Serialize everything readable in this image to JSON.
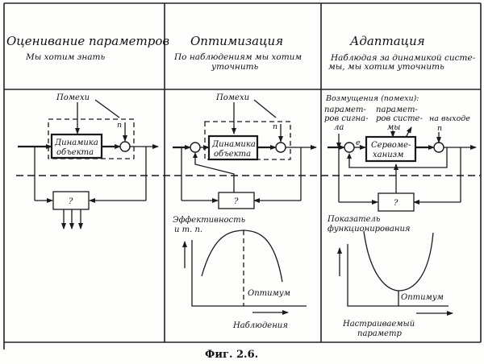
{
  "panels": [
    {
      "id": "estimation",
      "title": "Оценивание параметров",
      "subtitle": [
        "Мы хотим знать"
      ],
      "disturbance_label": "Помехи",
      "noise_label": "n",
      "plant_block": [
        "Динамика",
        "объекта"
      ],
      "unknown_block": "?"
    },
    {
      "id": "optimization",
      "title": "Оптимизация",
      "subtitle": [
        "По наблюдениям мы хотим",
        "уточнить"
      ],
      "disturbance_label": "Помехи",
      "noise_label": "n",
      "plant_block": [
        "Динамика",
        "объекта"
      ],
      "unknown_block": "?",
      "plot": {
        "ylabel": [
          "Эффективность",
          "и т. п."
        ],
        "xlabel": "Наблюдения",
        "optimum_label": "Оптимум",
        "curve": "maximum"
      }
    },
    {
      "id": "adaptation",
      "title": "Адаптация",
      "subtitle": [
        "Наблюдая за динамикой систе-",
        "мы, мы хотим уточнить"
      ],
      "disturbance_header": "Возмущения (помехи):",
      "signal_params_label": [
        "парамет-",
        "ров сигна-",
        "ла"
      ],
      "system_params_label": [
        "парамет-",
        "ров систе-",
        "мы"
      ],
      "output_label": [
        "на выходе",
        "n"
      ],
      "error_label": "e",
      "servo_block": [
        "Сервоме-",
        "ханизм"
      ],
      "unknown_block": "?",
      "plot": {
        "ylabel": [
          "Показатель",
          "функционирования"
        ],
        "xlabel": [
          "Настраиваемый",
          "параметр"
        ],
        "optimum_label": "Оптимум",
        "curve": "minimum"
      }
    }
  ],
  "caption": "Фиг. 2.6."
}
